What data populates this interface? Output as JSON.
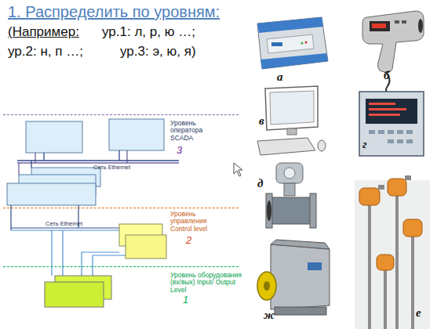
{
  "diagram": {
    "title": "1. Распределить по уровням:",
    "nodes": [
      {
        "text": [
          "Уровень оператора SCADA",
          "3"
        ]
      },
      {
        "text": [
          "Уровень управления Control level",
          "2"
        ]
      },
      {
        "text": [
          "Уровень оборудования (вх/вых) Input/ Output Level",
          "1"
        ]
      }
    ],
    "labels": [
      "(Например:",
      "ур.1: л, р, ю …;",
      "ур.2: н, п …;",
      "ур.3: э, ю, я)",
      "Сеть Ethernet",
      "Сеть Ethernet",
      "а",
      "б",
      "в",
      "г",
      "д",
      "е",
      "ж"
    ]
  }
}
